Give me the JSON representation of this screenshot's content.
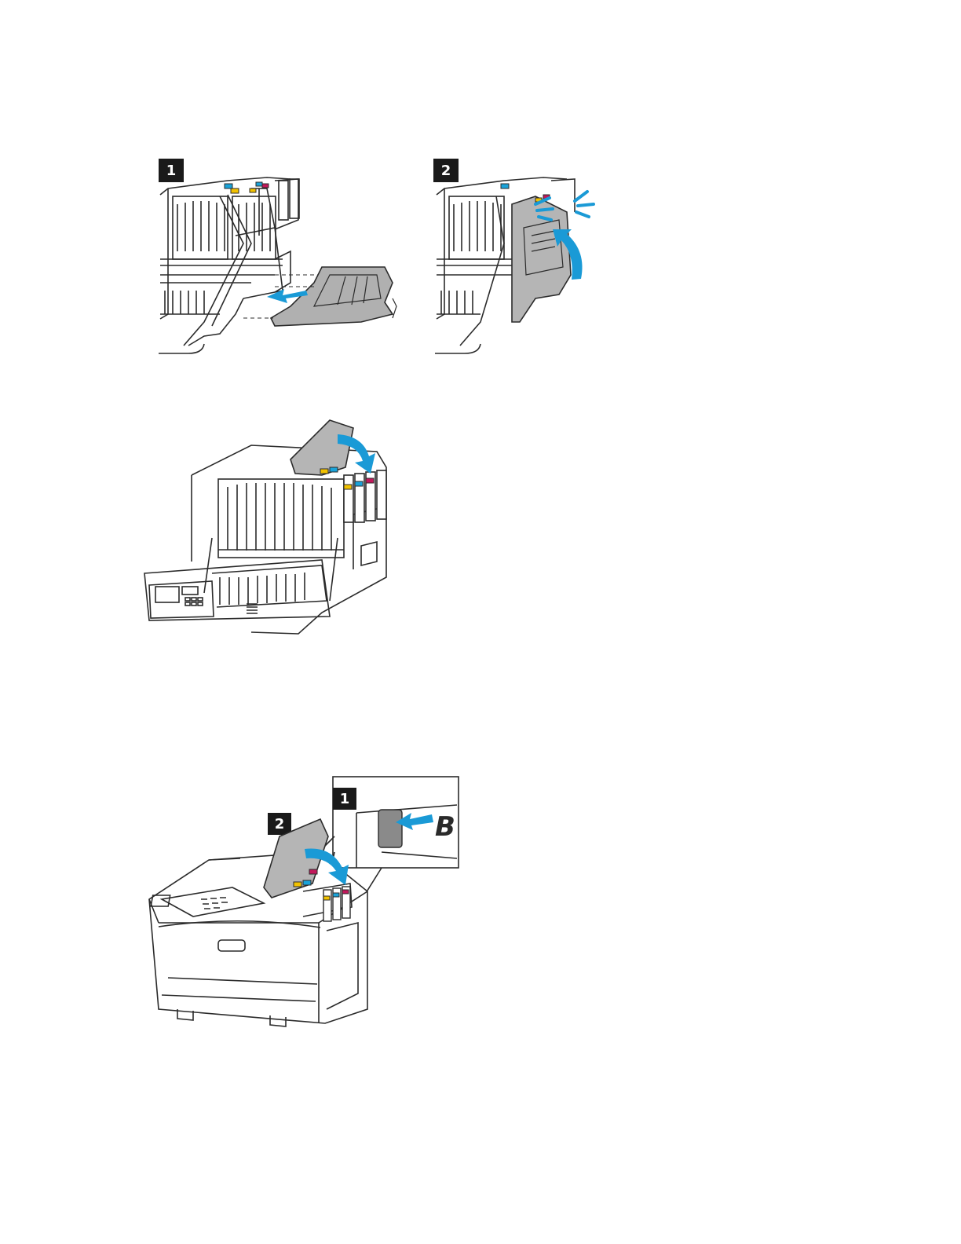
{
  "figures": [
    {
      "steps": [
        {
          "label": "1"
        },
        {
          "label": "2"
        }
      ]
    },
    {
      "steps": []
    },
    {
      "steps": [
        {
          "label": "1"
        },
        {
          "label": "2"
        }
      ],
      "callout_letter": "B"
    }
  ],
  "colors": {
    "accent": "#1a9ad6",
    "cyan": "#1aa3d9",
    "magenta": "#c2185b",
    "yellow": "#f2c200",
    "black": "#1a1a1a",
    "line": "#2b2b2b",
    "grey_part": "#8a8a8a"
  }
}
